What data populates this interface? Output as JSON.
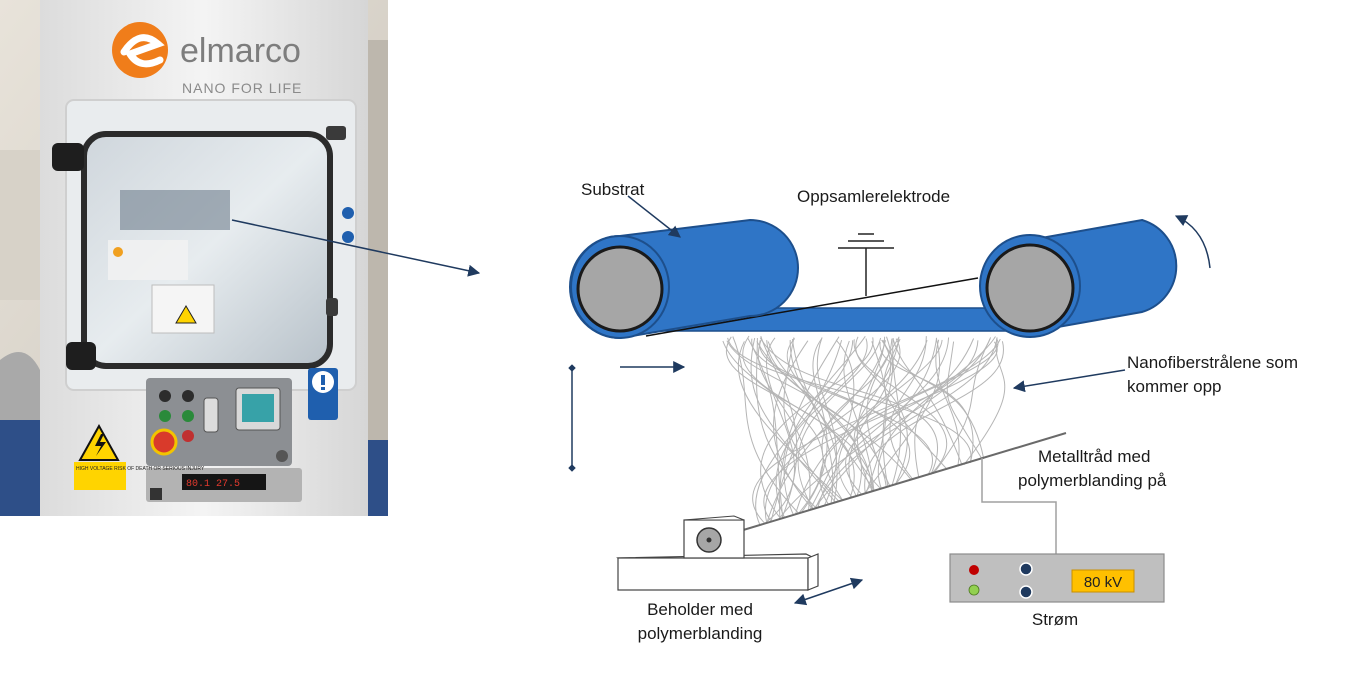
{
  "photo": {
    "brand": "elmarco",
    "tagline": "NANO FOR LIFE",
    "display_readout": "80.1   27.5",
    "warning_text": "HIGH VOLTAGE RISK OF DEATH OR SERIOUS INJURY"
  },
  "labels": {
    "substrate": "Substrat",
    "collector": "Oppsamlerelektrode",
    "nanofiber_line1": "Nanofiberstrålene som",
    "nanofiber_line2": "kommer opp",
    "wire_line1": "Metalltråd med",
    "wire_line2": "polymerblanding på",
    "container_line1": "Beholder med",
    "container_line2": "polymerblanding",
    "power": "Strøm",
    "voltage": "80 kV"
  },
  "colors": {
    "roller_blue": "#2f75c6",
    "roller_core": "#a6a6a6",
    "arrow_navy": "#1f3a5f",
    "power_panel": "#bfbfbf",
    "voltage_display": "#ffc000",
    "led_red": "#c00000",
    "led_green": "#92d050",
    "brand_orange": "#f07d1a"
  }
}
